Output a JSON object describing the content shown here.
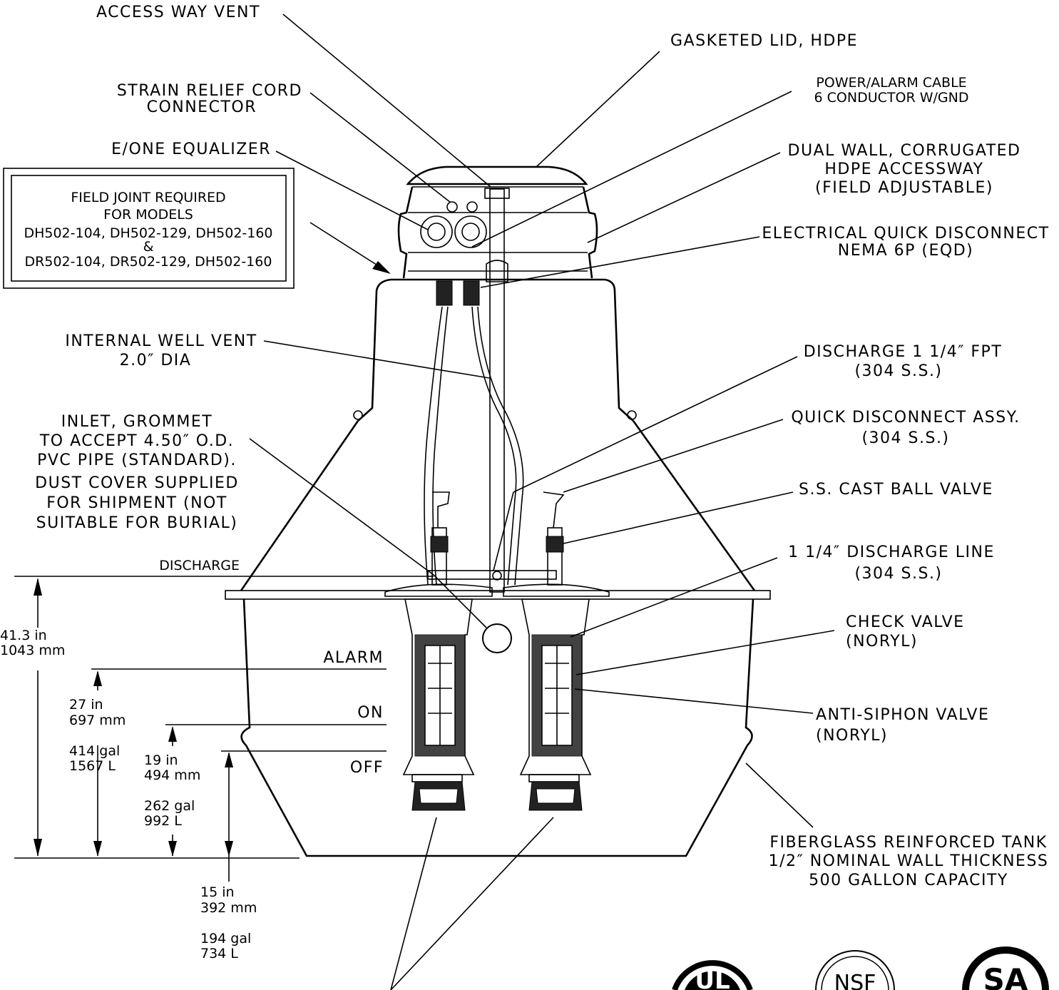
{
  "callouts": {
    "access_way_vent": "ACCESS WAY VENT",
    "gasketed_lid": "GASKETED LID, HDPE",
    "strain_relief_1": "STRAIN RELIEF CORD",
    "strain_relief_2": "CONNECTOR",
    "power_alarm_1": "POWER/ALARM CABLE",
    "power_alarm_2": "6 CONDUCTOR W/GND",
    "equalizer": "E/ONE EQUALIZER",
    "dual_wall_1": "DUAL WALL, CORRUGATED",
    "dual_wall_2": "HDPE ACCESSWAY",
    "dual_wall_3": "(FIELD ADJUSTABLE)",
    "eqd_1": "ELECTRICAL QUICK DISCONNECT",
    "eqd_2": "NEMA 6P (EQD)",
    "well_vent_1": "INTERNAL WELL VENT",
    "well_vent_2": "2.0″ DIA",
    "discharge_fpt_1": "DISCHARGE 1 1/4″ FPT",
    "discharge_fpt_2": "(304 S.S.)",
    "quick_disc_1": "QUICK DISCONNECT ASSY.",
    "quick_disc_2": "(304 S.S.)",
    "inlet_1": "INLET, GROMMET",
    "inlet_2": "TO ACCEPT 4.50″ O.D.",
    "inlet_3": "PVC PIPE (STANDARD).",
    "inlet_4": "DUST COVER SUPPLIED",
    "inlet_5": "FOR SHIPMENT (NOT",
    "inlet_6": "SUITABLE FOR BURIAL)",
    "ball_valve": "S.S. CAST BALL VALVE",
    "discharge_line_1": "1 1/4″ DISCHARGE LINE",
    "discharge_line_2": "(304 S.S.)",
    "check_valve_1": "CHECK VALVE",
    "check_valve_2": "(NORYL)",
    "anti_siphon_1": "ANTI-SIPHON VALVE",
    "anti_siphon_2": "(NORYL)",
    "tank_1": "FIBERGLASS REINFORCED TANK",
    "tank_2": "1/2″ NOMINAL WALL THICKNESS",
    "tank_3": "500 GALLON CAPACITY"
  },
  "field_joint_box": {
    "line1": "FIELD JOINT REQUIRED",
    "line2": "FOR MODELS",
    "line3": "DH502-104, DH502-129, DH502-160",
    "line4": "&",
    "line5": "DR502-104, DR502-129, DH502-160"
  },
  "levels": {
    "discharge": "DISCHARGE",
    "alarm": "ALARM",
    "on": "ON",
    "off": "OFF"
  },
  "dimensions": {
    "discharge_in": "41.3 in",
    "discharge_mm": "1043 mm",
    "alarm_in": "27 in",
    "alarm_mm": "697 mm",
    "alarm_gal": "414 gal",
    "alarm_l": "1567 L",
    "on_in": "19 in",
    "on_mm": "494 mm",
    "on_gal": "262 gal",
    "on_l": "992 L",
    "off_in": "15 in",
    "off_mm": "392 mm",
    "off_gal": "194 gal",
    "off_l": "734 L"
  },
  "certification_marks": {
    "ul": "UL",
    "nsf": "NSF",
    "csa": "SA"
  }
}
